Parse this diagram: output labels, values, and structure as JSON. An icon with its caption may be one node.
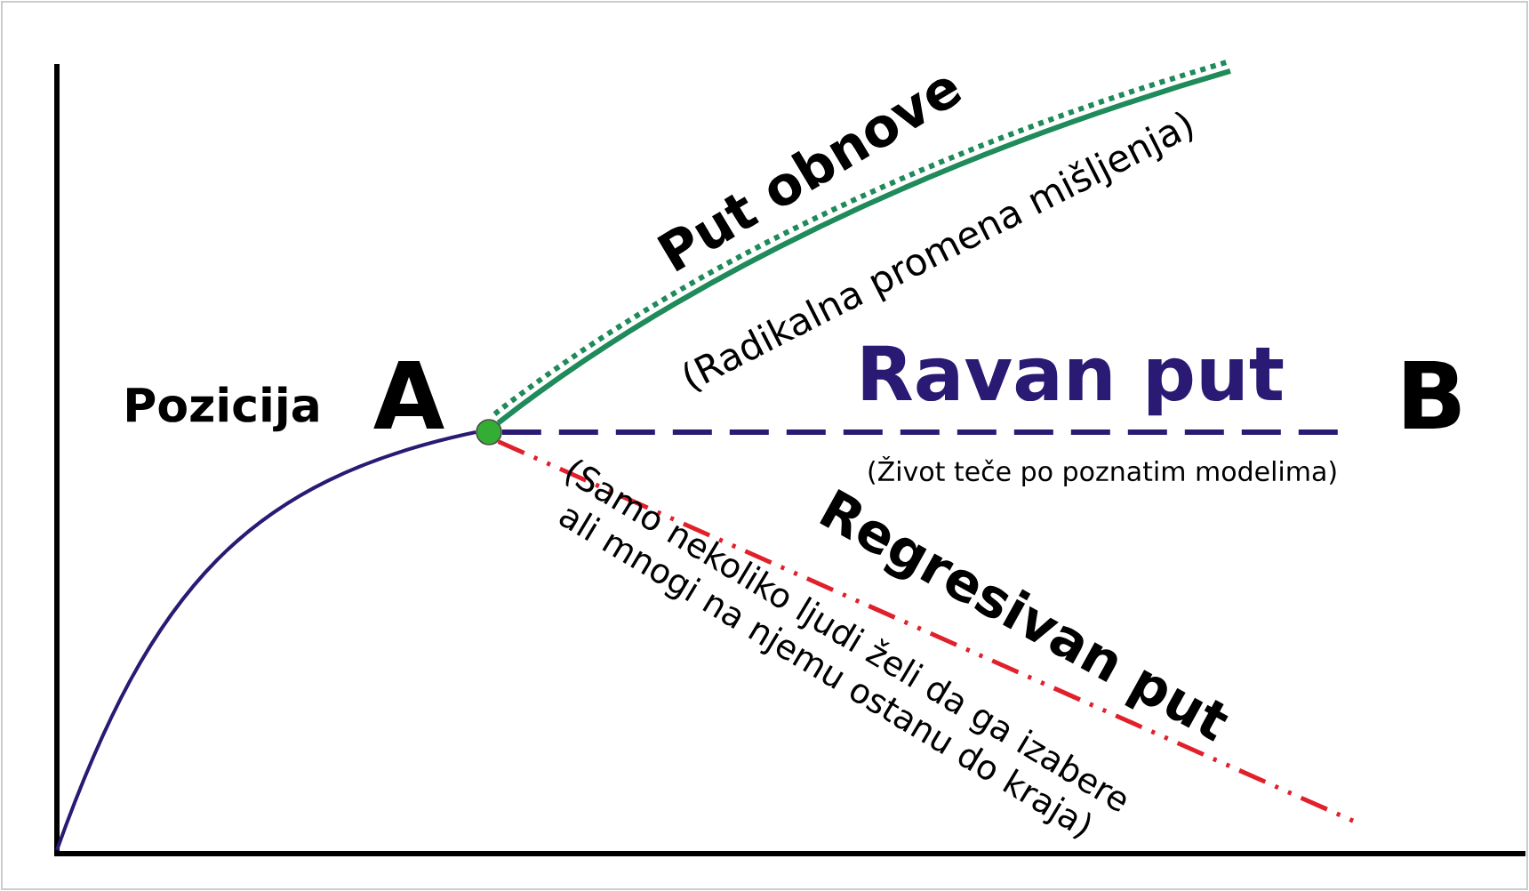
{
  "diagram": {
    "nodes": [
      {
        "text": [],
        "shape": "circle"
      },
      {
        "text": [
          "B"
        ]
      }
    ],
    "edges": [
      {
        "from": null,
        "to": 0,
        "arrow": "none",
        "color": "#2a1a74"
      },
      {
        "from": 0,
        "to": null,
        "arrow": "none",
        "color": "#1f8a5a"
      },
      {
        "from": 0,
        "to": 1,
        "arrow": "none",
        "style": "dashed",
        "color": "#2a1a74"
      },
      {
        "from": 0,
        "to": null,
        "arrow": "none",
        "style": "dashed",
        "color": "#e0202a"
      }
    ],
    "labels": [
      "Pozicija",
      "A",
      "Put obnove",
      "(Radikalna promena mišljenja)",
      "Ravan put",
      "(Život teče po poznatim modelima)",
      "Regresivan put",
      "(Samo nekoliko ljudi želi da ga izabere ali mnogi na njemu ostanu do kraja)"
    ]
  }
}
